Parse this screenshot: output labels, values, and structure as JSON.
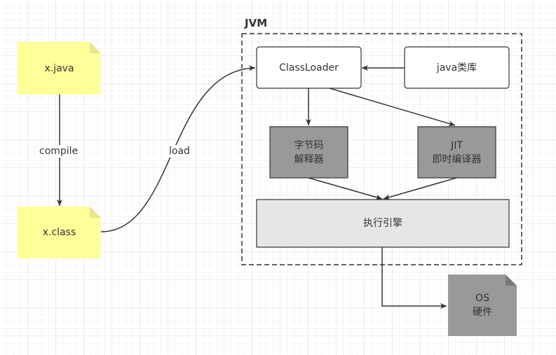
{
  "nodes": {
    "source_file": "x.java",
    "class_file": "x.class",
    "jvm_title": "JVM",
    "class_loader": "ClassLoader",
    "java_library": "java类库",
    "bytecode_interpreter": [
      "字节码",
      "解释器"
    ],
    "jit_compiler": [
      "JIT",
      "即时编译器"
    ],
    "execution_engine": "执行引擎",
    "os_hardware": [
      "OS",
      "硬件"
    ]
  },
  "edges": {
    "compile_label": "compile",
    "load_label": "load"
  },
  "colors": {
    "note_fill": "#ffff99",
    "note_fold": "#e6e68a",
    "dark_box_fill": "#999999",
    "engine_fill": "#e6e6e6",
    "os_fill": "#999999",
    "line": "#333333"
  }
}
